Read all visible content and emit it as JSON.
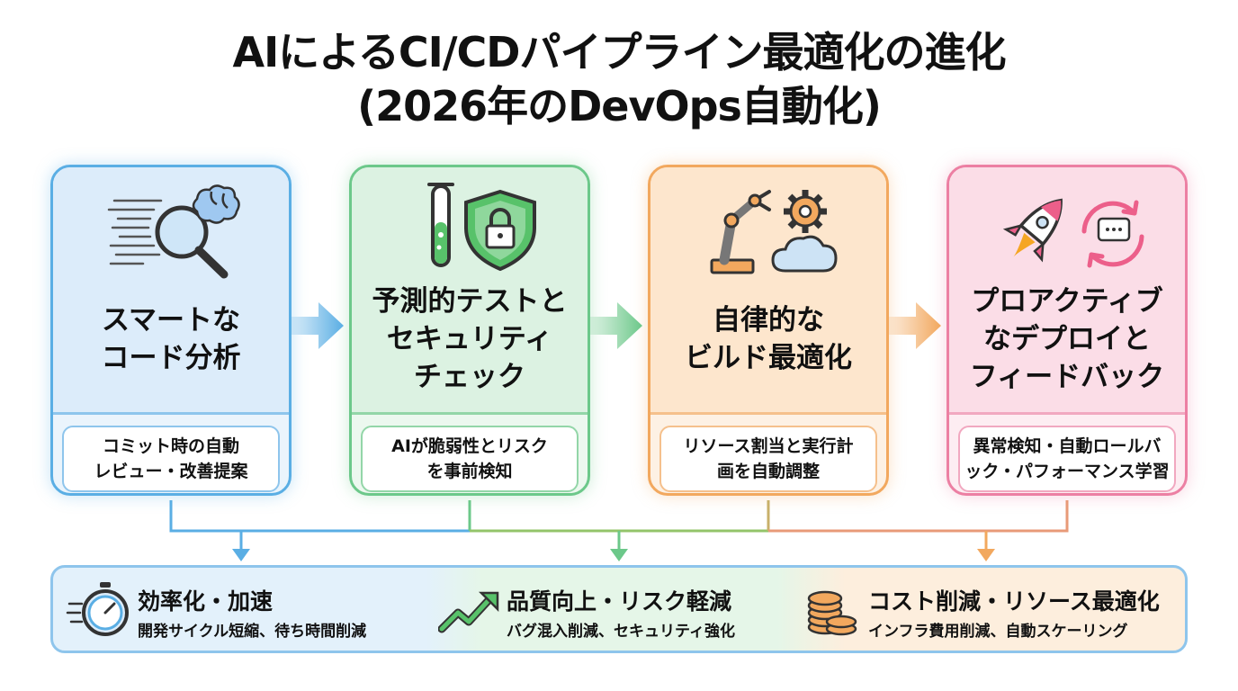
{
  "title": {
    "line1": "AIによるCI/CDパイプライン最適化の進化",
    "line2": "(2026年のDevOps自動化)"
  },
  "stages": [
    {
      "heading": [
        "スマートな",
        "コード分析"
      ],
      "desc": [
        "コミット時の自動",
        "レビュー・改善提案"
      ],
      "icons": [
        "code-lines-icon",
        "magnifier-icon",
        "brain-icon"
      ],
      "color": "#5aaee4"
    },
    {
      "heading": [
        "予測的テストと",
        "セキュリティ",
        "チェック"
      ],
      "desc": [
        "AIが脆弱性とリスク",
        "を事前検知"
      ],
      "icons": [
        "test-tube-icon",
        "shield-lock-icon"
      ],
      "color": "#6cc88a"
    },
    {
      "heading": [
        "自律的な",
        "ビルド最適化"
      ],
      "desc": [
        "リソース割当と実行計",
        "画を自動調整"
      ],
      "icons": [
        "robot-arm-icon",
        "gear-icon",
        "cloud-icon"
      ],
      "color": "#f2a85e"
    },
    {
      "heading": [
        "プロアクティブ",
        "なデプロイと",
        "フィードバック"
      ],
      "desc": [
        "異常検知・自動ロールバ",
        "ック・パフォーマンス学習"
      ],
      "icons": [
        "rocket-icon",
        "feedback-cycle-icon"
      ],
      "color": "#ec7fa3"
    }
  ],
  "benefits": [
    {
      "title": "効率化・加速",
      "subtitle": "開発サイクル短縮、待ち時間削減",
      "icon": "stopwatch-icon",
      "color": "#5aaee4"
    },
    {
      "title": "品質向上・リスク軽減",
      "subtitle": "バグ混入削減、セキュリティ強化",
      "icon": "trend-up-icon",
      "color": "#6cc88a"
    },
    {
      "title": "コスト削減・リソース最適化",
      "subtitle": "インフラ費用削減、自動スケーリング",
      "icon": "coins-icon",
      "color": "#f2a85e"
    }
  ]
}
